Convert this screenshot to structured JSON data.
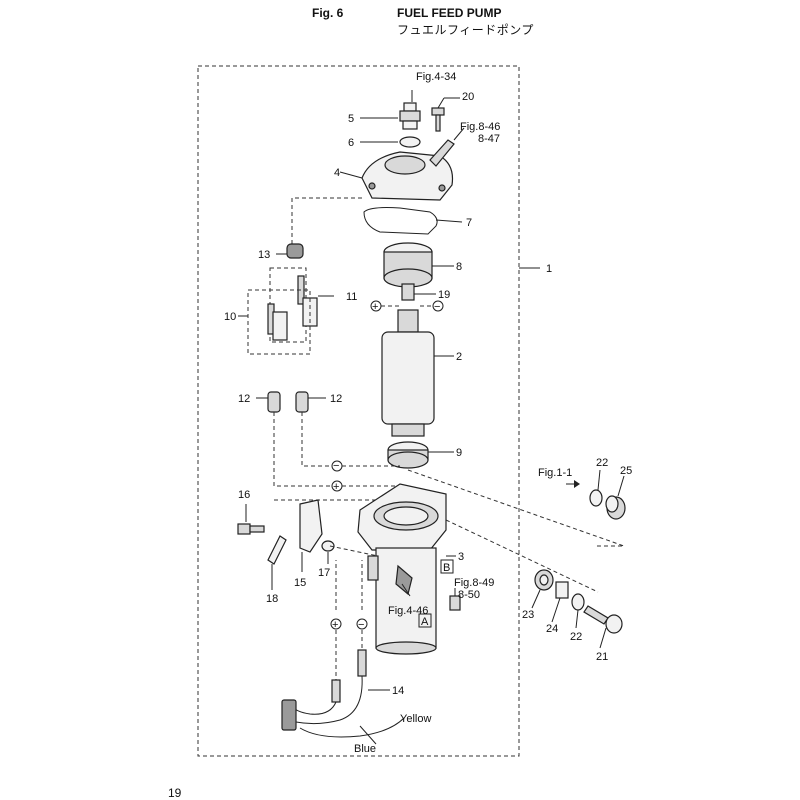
{
  "header": {
    "fig_label": "Fig. 6",
    "title_en": "FUEL FEED PUMP",
    "title_jp": "フュエルフィードポンプ"
  },
  "page_number": "19",
  "refs": {
    "fig4_34": "Fig.4-34",
    "fig8_46": "Fig.8-46",
    "fig8_47": "8-47",
    "fig1_1": "Fig.1-1",
    "fig8_49": "Fig.8-49",
    "fig8_50": "8-50",
    "fig4_46": "Fig.4-46"
  },
  "markers": {
    "a": "A",
    "b": "B"
  },
  "wires": {
    "yellow": "Yellow",
    "blue": "Blue"
  },
  "polarity": {
    "plus": "+",
    "minus": "−"
  },
  "callouts": {
    "c1": "1",
    "c2": "2",
    "c3": "3",
    "c4": "4",
    "c5": "5",
    "c6": "6",
    "c7": "7",
    "c8": "8",
    "c9": "9",
    "c10": "10",
    "c11": "11",
    "c12a": "12",
    "c12b": "12",
    "c13": "13",
    "c14": "14",
    "c15": "15",
    "c16": "16",
    "c17": "17",
    "c18": "18",
    "c19": "19",
    "c20": "20",
    "c21": "21",
    "c22a": "22",
    "c22b": "22",
    "c23": "23",
    "c24": "24",
    "c25": "25"
  }
}
